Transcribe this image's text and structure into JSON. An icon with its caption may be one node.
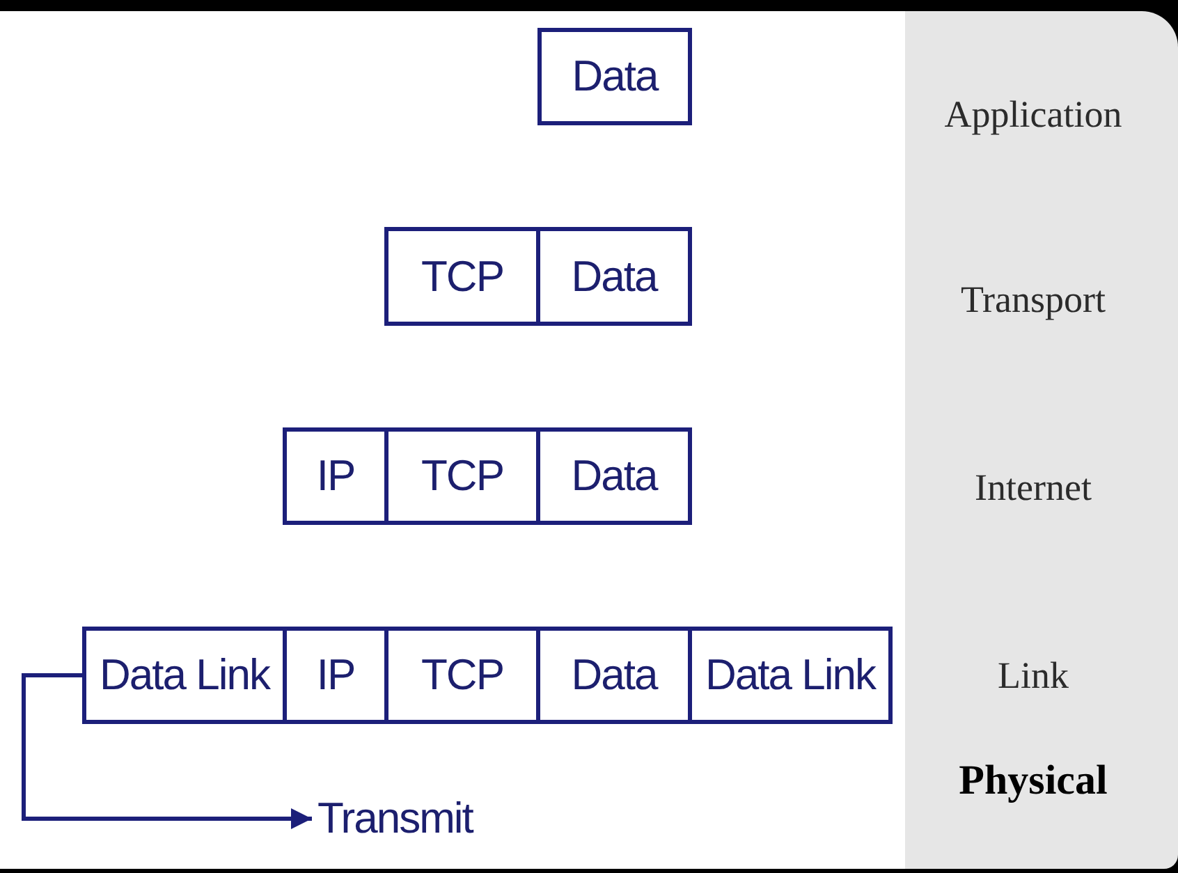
{
  "diagram": {
    "nodes": [
      {
        "text": [
          "Data"
        ]
      },
      {
        "text": [
          "TCP"
        ]
      },
      {
        "text": [
          "Data"
        ]
      },
      {
        "text": [
          "IP"
        ]
      },
      {
        "text": [
          "TCP"
        ]
      },
      {
        "text": [
          "Data"
        ]
      },
      {
        "text": [
          "Data Link"
        ]
      },
      {
        "text": [
          "IP"
        ]
      },
      {
        "text": [
          "TCP"
        ]
      },
      {
        "text": [
          "Data"
        ]
      },
      {
        "text": [
          "Data Link"
        ]
      },
      {
        "text": [
          "Transmit"
        ]
      }
    ],
    "edges": [
      {
        "from": 6,
        "to": 11,
        "arrow": "to"
      }
    ],
    "labels": [
      "Application",
      "Transport",
      "Internet",
      "Link",
      "Physical"
    ]
  }
}
